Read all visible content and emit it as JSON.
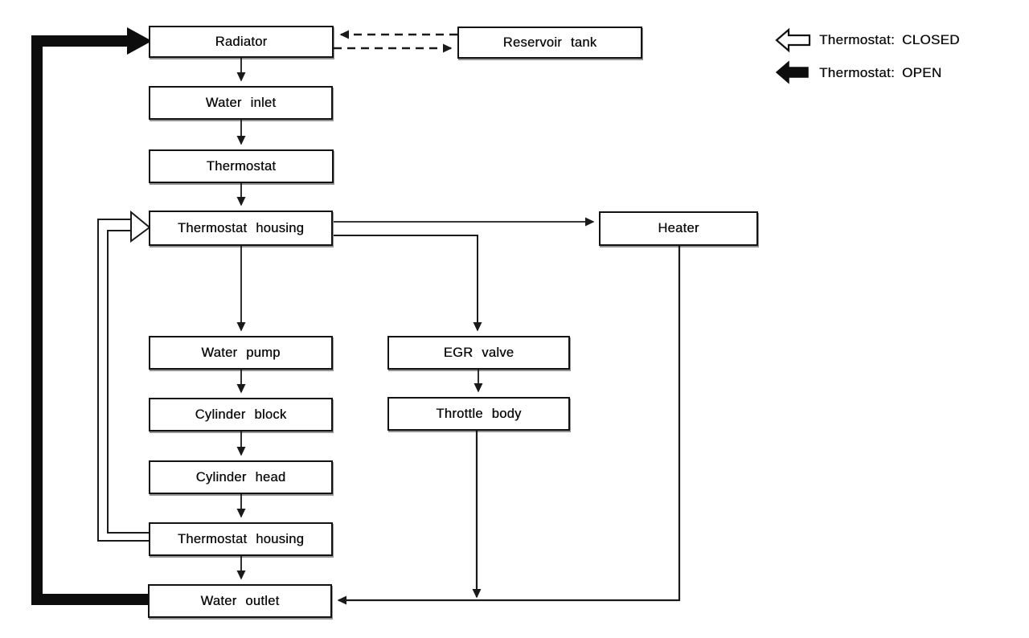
{
  "diagram_type": "flowchart",
  "nodes": {
    "radiator": {
      "label": "Radiator"
    },
    "reservoir_tank": {
      "label": "Reservoir tank"
    },
    "water_inlet": {
      "label": "Water inlet"
    },
    "thermostat": {
      "label": "Thermostat"
    },
    "thermostat_housing_top": {
      "label": "Thermostat housing"
    },
    "heater": {
      "label": "Heater"
    },
    "water_pump": {
      "label": "Water pump"
    },
    "egr_valve": {
      "label": "EGR valve"
    },
    "cylinder_block": {
      "label": "Cylinder block"
    },
    "throttle_body": {
      "label": "Throttle body"
    },
    "cylinder_head": {
      "label": "Cylinder head"
    },
    "thermostat_housing_bottom": {
      "label": "Thermostat housing"
    },
    "water_outlet": {
      "label": "Water outlet"
    }
  },
  "edges": [
    {
      "from": "radiator",
      "to": "water_inlet",
      "style": "solid-arrow"
    },
    {
      "from": "water_inlet",
      "to": "thermostat",
      "style": "solid-arrow"
    },
    {
      "from": "thermostat",
      "to": "thermostat_housing_top",
      "style": "solid-arrow"
    },
    {
      "from": "thermostat_housing_top",
      "to": "water_pump",
      "style": "solid-arrow"
    },
    {
      "from": "thermostat_housing_top",
      "to": "heater",
      "style": "solid-arrow"
    },
    {
      "from": "thermostat_housing_top",
      "to": "egr_valve",
      "style": "solid-arrow"
    },
    {
      "from": "water_pump",
      "to": "cylinder_block",
      "style": "solid-arrow"
    },
    {
      "from": "cylinder_block",
      "to": "cylinder_head",
      "style": "solid-arrow"
    },
    {
      "from": "cylinder_head",
      "to": "thermostat_housing_bottom",
      "style": "solid-arrow"
    },
    {
      "from": "thermostat_housing_bottom",
      "to": "water_outlet",
      "style": "solid-arrow"
    },
    {
      "from": "egr_valve",
      "to": "throttle_body",
      "style": "solid-arrow"
    },
    {
      "from": "throttle_body",
      "to": "water_outlet",
      "style": "solid-arrow"
    },
    {
      "from": "heater",
      "to": "water_outlet",
      "style": "solid-arrow"
    },
    {
      "from": "reservoir_tank",
      "to": "radiator",
      "style": "dashed-arrow"
    },
    {
      "from": "radiator",
      "to": "reservoir_tank",
      "style": "dashed-arrow"
    },
    {
      "from": "water_outlet",
      "to": "radiator",
      "style": "thick-filled-arrow",
      "meaning": "Thermostat: OPEN"
    },
    {
      "from": "thermostat_housing_bottom",
      "to": "thermostat_housing_top",
      "style": "hollow-arrow",
      "meaning": "Thermostat: CLOSED"
    }
  ],
  "legend": {
    "closed": {
      "icon": "open-arrow-icon",
      "label": "Thermostat: CLOSED"
    },
    "open": {
      "icon": "filled-arrow-icon",
      "label": "Thermostat: OPEN"
    }
  },
  "colors": {
    "background": "#ffffff",
    "line": "#1a1a1a",
    "box_border": "#131313",
    "thick_arrow": "#0d0d0d"
  }
}
